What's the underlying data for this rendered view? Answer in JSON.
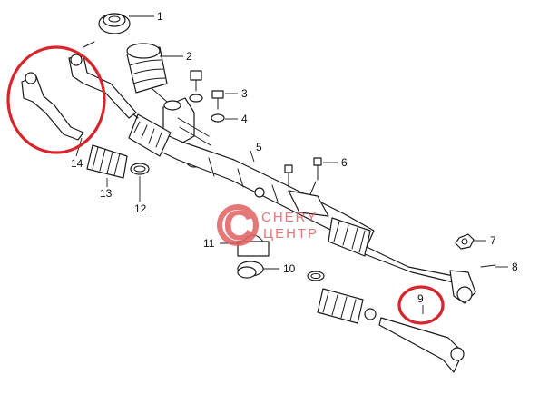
{
  "colors": {
    "line": "#1a1a1a",
    "highlight": "#d7262b",
    "watermark": "#e06060"
  },
  "watermark": {
    "logo_letter": "C",
    "line1": "CHERY",
    "line2": "ЦЕНТР"
  },
  "callouts": [
    {
      "number": "1"
    },
    {
      "number": "2"
    },
    {
      "number": "3"
    },
    {
      "number": "4"
    },
    {
      "number": "5"
    },
    {
      "number": "6"
    },
    {
      "number": "7"
    },
    {
      "number": "8"
    },
    {
      "number": "9"
    },
    {
      "number": "10"
    },
    {
      "number": "11"
    },
    {
      "number": "12"
    },
    {
      "number": "13"
    },
    {
      "number": "14"
    }
  ]
}
